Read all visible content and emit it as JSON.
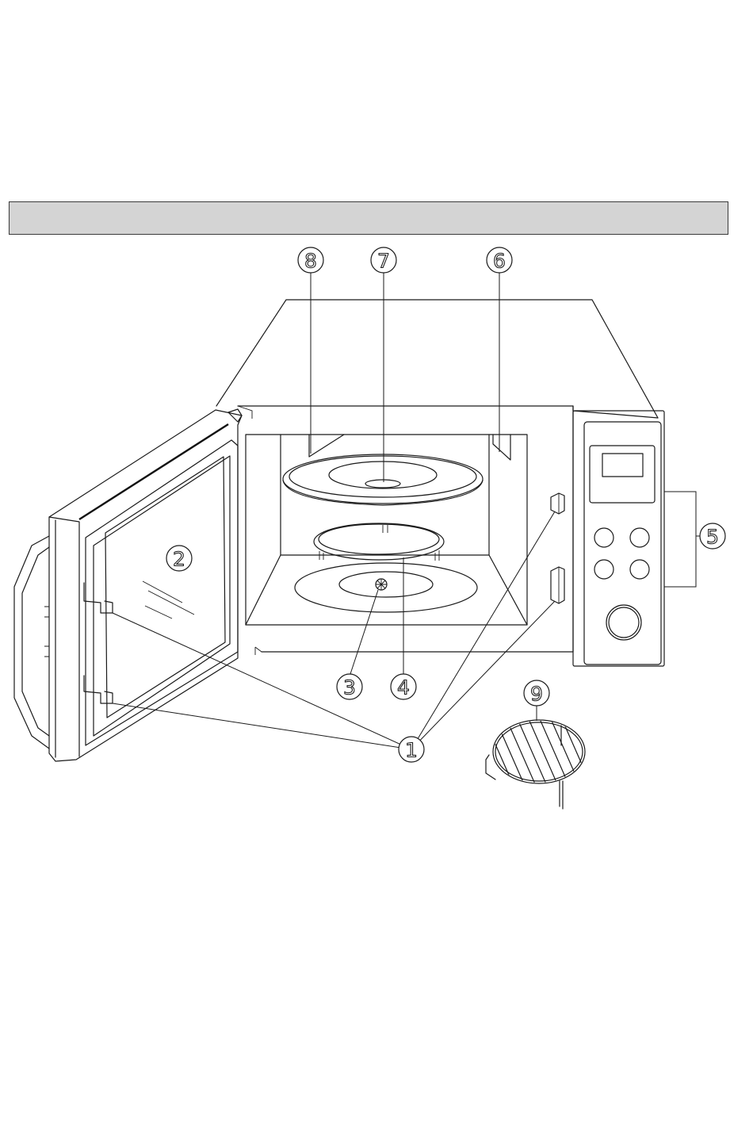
{
  "header_bar": {
    "fill_color": "#d4d4d4",
    "border_color": "#3a3a3a"
  },
  "callouts": [
    {
      "id": "1",
      "label": "1"
    },
    {
      "id": "2",
      "label": "2"
    },
    {
      "id": "3",
      "label": "3"
    },
    {
      "id": "4",
      "label": "4"
    },
    {
      "id": "5",
      "label": "5"
    },
    {
      "id": "6",
      "label": "6"
    },
    {
      "id": "7",
      "label": "7"
    },
    {
      "id": "8",
      "label": "8"
    },
    {
      "id": "9",
      "label": "9"
    }
  ]
}
